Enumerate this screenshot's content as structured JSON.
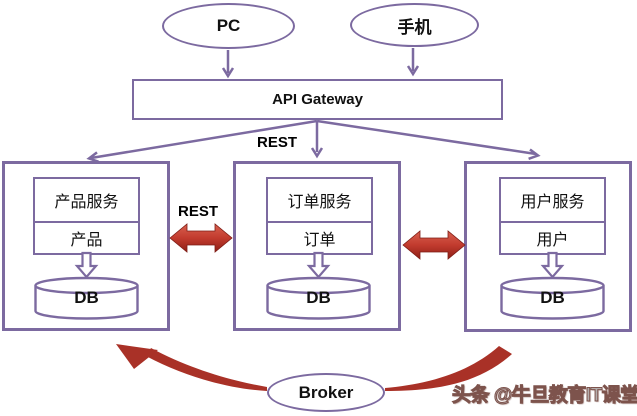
{
  "diagram": {
    "clients": [
      {
        "label": "PC"
      },
      {
        "label": "手机"
      }
    ],
    "gateway": {
      "label": "API Gateway"
    },
    "labels": {
      "rest_gateway": "REST",
      "rest_services": "REST"
    },
    "services": [
      {
        "name": "产品服务",
        "entity": "产品",
        "db": "DB"
      },
      {
        "name": "订单服务",
        "entity": "订单",
        "db": "DB"
      },
      {
        "name": "用户服务",
        "entity": "用户",
        "db": "DB"
      }
    ],
    "broker": {
      "label": "Broker"
    },
    "watermark": "头条 @牛旦教育IT课堂",
    "colors": {
      "purple": "#7C6AA0",
      "red": "#A93127"
    }
  }
}
